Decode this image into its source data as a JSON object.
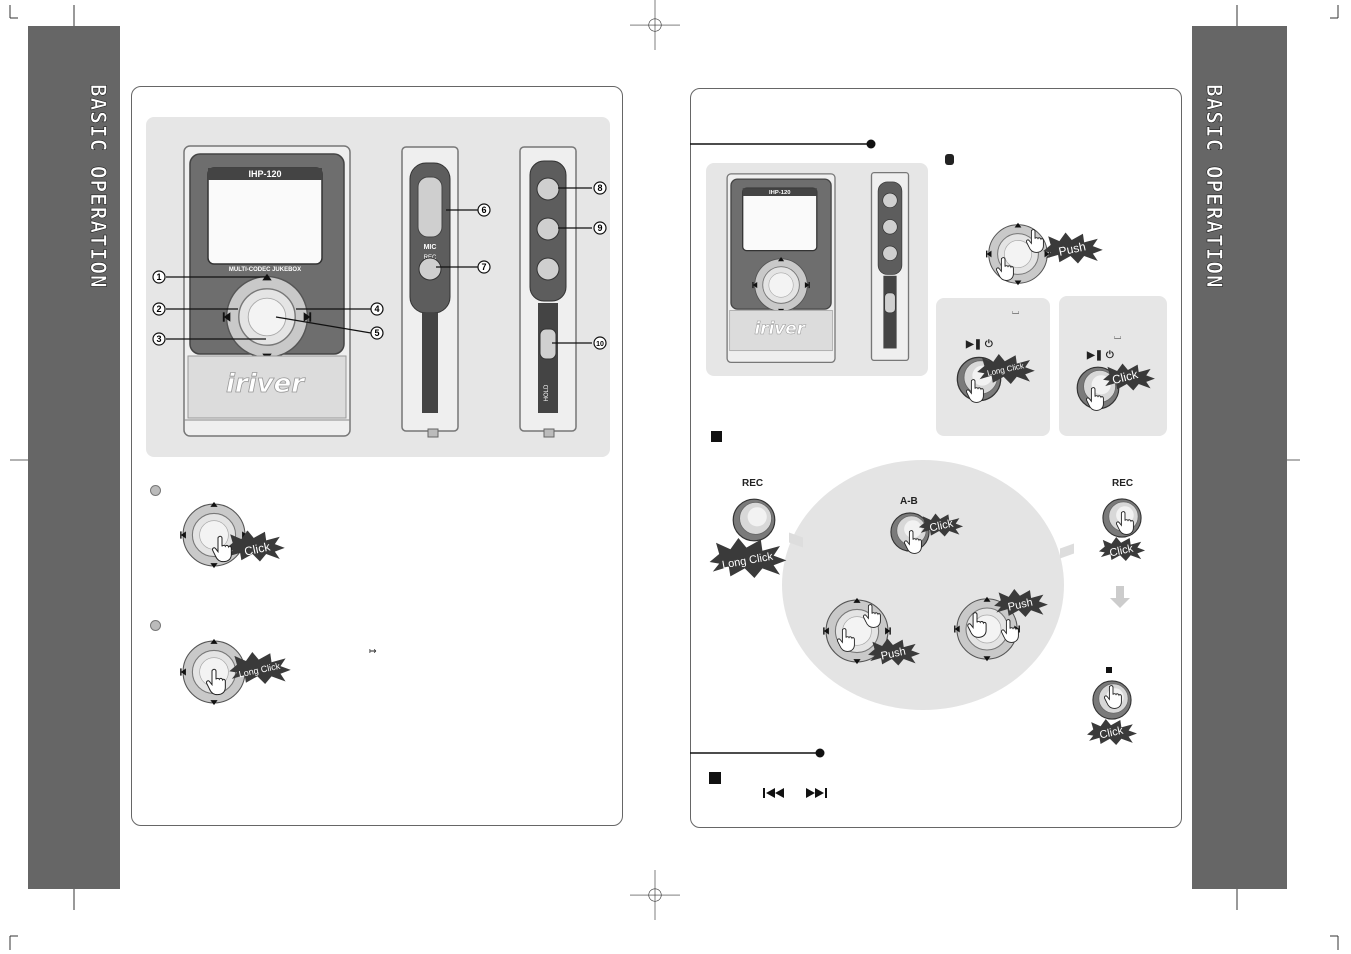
{
  "sidebar_title": "BASIC OPERATION",
  "device": {
    "model": "IHP-120",
    "subtitle": "MULTI-CODEC JUKEBOX",
    "brand": "iriver",
    "side_labels": {
      "mic": "MIC",
      "rec": "REC",
      "hold": "HOLD"
    }
  },
  "callouts": [
    "1",
    "2",
    "3",
    "4",
    "5",
    "6",
    "7",
    "8",
    "9",
    "10"
  ],
  "actions": {
    "click": "Click",
    "long_click": "Long Click",
    "push": "Push"
  },
  "buttons": {
    "rec": "REC",
    "ab": "A-B",
    "play_power": "▶❚ ⏻"
  },
  "colors": {
    "sidebar": "#666666",
    "panel_border": "#666666",
    "grey_box": "#e6e6e6",
    "burst": "#3a3a3a"
  },
  "icons": [
    "crosshair-icon",
    "prev-icon",
    "next-icon",
    "hand-pointer-icon",
    "down-arrow-icon",
    "stop-icon",
    "square-bullet-icon"
  ]
}
